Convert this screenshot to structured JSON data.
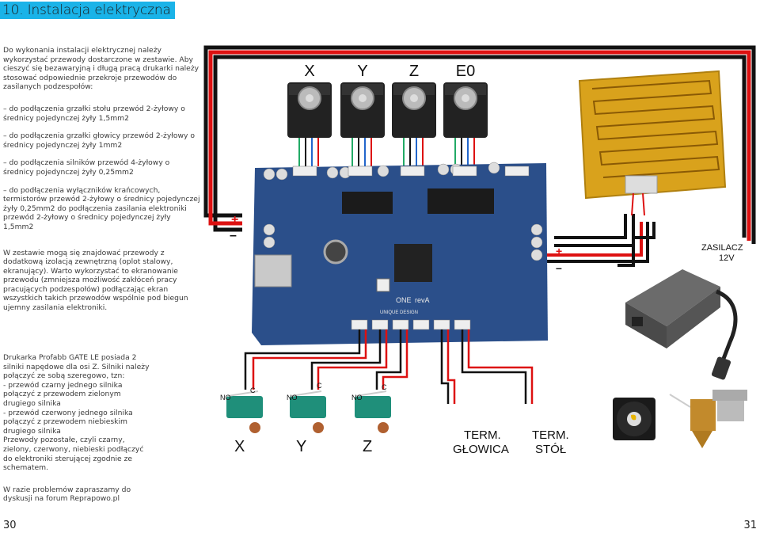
{
  "page": {
    "title": "10. Instalacja elektryczna",
    "page_left": "30",
    "page_right": "31"
  },
  "intro": {
    "p1": "Do wykonania instalacji elektrycznej należy wykorzystać przewody dostarczone w zestawie. Aby cieszyć się bezawaryjną i długą pracą drukarki należy stosować odpowiednie przekroje przewodów do zasilanych podzespołów:",
    "p2": "– do podłączenia grzałki stołu przewód 2-żyłowy o średnicy pojedynczej żyły 1,5mm2",
    "p3": "– do podłączenia grzałki głowicy przewód 2-żyłowy o średnicy pojedynczej żyły 1mm2",
    "p4": "– do podłączenia silników przewód 4-żyłowy o średnicy pojedynczej żyły 0,25mm2",
    "p5": "– do podłączenia wyłączników krańcowych, termistorów przewód 2-żyłowy o średnicy pojedynczej żyły 0,25mm2 do podłączenia zasilania elektroniki przewód 2-żyłowy o średnicy pojedynczej żyły 1,5mm2",
    "p6": "W zestawie mogą się znajdować przewody z dodatkową izolacją zewnętrzną (oplot stalowy, ekranujący). Warto wykorzystać to ekranowanie przewodu (zmniejsza możliwość zakłóceń pracy pracujących podzespołów) podłączając ekran wszystkich takich przewodów wspólnie pod biegun ujemny zasilania elektroniki."
  },
  "notes": {
    "p1": "Drukarka Profabb GATE LE posiada 2 silniki napędowe dla osi Z. Silniki należy połączyć ze sobą szeregowo, tzn:",
    "p2": "- przewód czarny jednego silnika połączyć z przewodem zielonym drugiego silnika",
    "p3": "- przewód czerwony jednego silnika połączyć z przewodem niebieskim drugiego silnika",
    "p4": "Przewody pozostałe, czyli czarny, zielony, czerwony, niebieski podłączyć do elektroniki sterującej zgodnie ze schematem.",
    "p5": "W razie problemów zapraszamy do dyskusji na forum Reprapowo.pl"
  },
  "diagram": {
    "motors": [
      "X",
      "Y",
      "Z",
      "E0"
    ],
    "psu_label_1": "ZASILACZ",
    "psu_label_2": "12V",
    "plus": "+",
    "minus": "–",
    "endstop_axes": [
      "X",
      "Y",
      "Z"
    ],
    "switch_no": "NO",
    "switch_c": "C",
    "term_head_1": "TERM.",
    "term_head_2": "GŁOWICA",
    "term_bed_1": "TERM.",
    "term_bed_2": "STÓŁ",
    "board_text_1": "ONE",
    "board_text_2": "revA",
    "board_text_3": "UNIQUE DESIGN"
  }
}
